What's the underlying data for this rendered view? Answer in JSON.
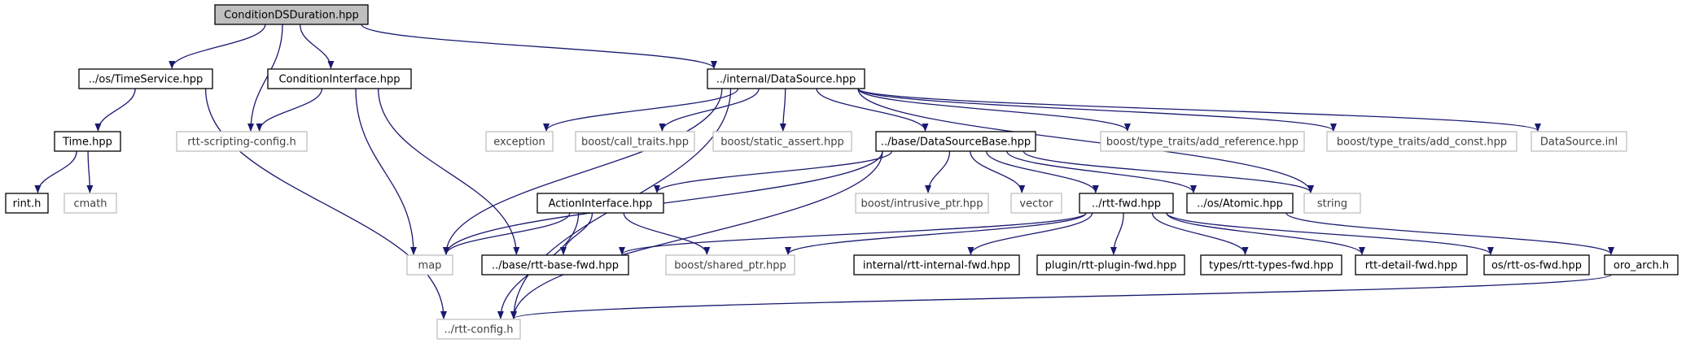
{
  "colors": {
    "edge": "#191970",
    "border_documented": "#000000",
    "border_undocumented": "#bfbfbf",
    "fill_root": "#bfbfbf",
    "fill_node": "#ffffff",
    "text_documented": "#000000",
    "text_undocumented": "#404040"
  },
  "nodes": [
    {
      "id": "root",
      "label": "ConditionDSDuration.hpp",
      "kind": "root"
    },
    {
      "id": "timeservice",
      "label": "../os/TimeService.hpp",
      "kind": "documented"
    },
    {
      "id": "condif",
      "label": "ConditionInterface.hpp",
      "kind": "documented"
    },
    {
      "id": "datasource",
      "label": "../internal/DataSource.hpp",
      "kind": "documented"
    },
    {
      "id": "time",
      "label": "Time.hpp",
      "kind": "documented"
    },
    {
      "id": "scriptcfg",
      "label": "rtt-scripting-config.h",
      "kind": "external"
    },
    {
      "id": "exception",
      "label": "exception",
      "kind": "external"
    },
    {
      "id": "calltraits",
      "label": "boost/call_traits.hpp",
      "kind": "external"
    },
    {
      "id": "staticassert",
      "label": "boost/static_assert.hpp",
      "kind": "external"
    },
    {
      "id": "dsbase",
      "label": "../base/DataSourceBase.hpp",
      "kind": "documented"
    },
    {
      "id": "addref",
      "label": "boost/type_traits/add_reference.hpp",
      "kind": "external"
    },
    {
      "id": "addconst",
      "label": "boost/type_traits/add_const.hpp",
      "kind": "external"
    },
    {
      "id": "dsinl",
      "label": "DataSource.inl",
      "kind": "external"
    },
    {
      "id": "rint",
      "label": "rint.h",
      "kind": "documented"
    },
    {
      "id": "cmath",
      "label": "cmath",
      "kind": "external"
    },
    {
      "id": "actionif",
      "label": "ActionInterface.hpp",
      "kind": "documented"
    },
    {
      "id": "intrusive",
      "label": "boost/intrusive_ptr.hpp",
      "kind": "external"
    },
    {
      "id": "vector",
      "label": "vector",
      "kind": "external"
    },
    {
      "id": "rttfwd",
      "label": "../rtt-fwd.hpp",
      "kind": "documented"
    },
    {
      "id": "atomic",
      "label": "../os/Atomic.hpp",
      "kind": "documented"
    },
    {
      "id": "string",
      "label": "string",
      "kind": "external"
    },
    {
      "id": "map",
      "label": "map",
      "kind": "external"
    },
    {
      "id": "basefwd",
      "label": "../base/rtt-base-fwd.hpp",
      "kind": "documented"
    },
    {
      "id": "sharedptr",
      "label": "boost/shared_ptr.hpp",
      "kind": "external"
    },
    {
      "id": "internalfwd",
      "label": "internal/rtt-internal-fwd.hpp",
      "kind": "documented"
    },
    {
      "id": "pluginfwd",
      "label": "plugin/rtt-plugin-fwd.hpp",
      "kind": "documented"
    },
    {
      "id": "typesfwd",
      "label": "types/rtt-types-fwd.hpp",
      "kind": "documented"
    },
    {
      "id": "detailfwd",
      "label": "rtt-detail-fwd.hpp",
      "kind": "documented"
    },
    {
      "id": "osfwd",
      "label": "os/rtt-os-fwd.hpp",
      "kind": "documented"
    },
    {
      "id": "oroarch",
      "label": "oro_arch.h",
      "kind": "documented"
    },
    {
      "id": "rttconfig",
      "label": "../rtt-config.h",
      "kind": "external"
    }
  ],
  "edges": [
    [
      "root",
      "timeservice"
    ],
    [
      "root",
      "scriptcfg"
    ],
    [
      "root",
      "condif"
    ],
    [
      "root",
      "datasource"
    ],
    [
      "timeservice",
      "time"
    ],
    [
      "timeservice",
      "rttconfig"
    ],
    [
      "time",
      "rint"
    ],
    [
      "time",
      "cmath"
    ],
    [
      "condif",
      "scriptcfg"
    ],
    [
      "condif",
      "map"
    ],
    [
      "condif",
      "basefwd"
    ],
    [
      "datasource",
      "exception"
    ],
    [
      "datasource",
      "calltraits"
    ],
    [
      "datasource",
      "staticassert"
    ],
    [
      "datasource",
      "dsbase"
    ],
    [
      "datasource",
      "string"
    ],
    [
      "datasource",
      "addref"
    ],
    [
      "datasource",
      "addconst"
    ],
    [
      "datasource",
      "dsinl"
    ],
    [
      "datasource",
      "map"
    ],
    [
      "datasource",
      "rttconfig"
    ],
    [
      "dsbase",
      "map"
    ],
    [
      "dsbase",
      "actionif"
    ],
    [
      "dsbase",
      "intrusive"
    ],
    [
      "dsbase",
      "vector"
    ],
    [
      "dsbase",
      "rttfwd"
    ],
    [
      "dsbase",
      "atomic"
    ],
    [
      "dsbase",
      "string"
    ],
    [
      "dsbase",
      "rttconfig"
    ],
    [
      "actionif",
      "map"
    ],
    [
      "actionif",
      "basefwd"
    ],
    [
      "actionif",
      "sharedptr"
    ],
    [
      "actionif",
      "rttconfig"
    ],
    [
      "rttfwd",
      "basefwd"
    ],
    [
      "rttfwd",
      "sharedptr"
    ],
    [
      "rttfwd",
      "internalfwd"
    ],
    [
      "rttfwd",
      "pluginfwd"
    ],
    [
      "rttfwd",
      "typesfwd"
    ],
    [
      "rttfwd",
      "detailfwd"
    ],
    [
      "rttfwd",
      "osfwd"
    ],
    [
      "atomic",
      "oroarch"
    ],
    [
      "oroarch",
      "rttconfig"
    ]
  ]
}
